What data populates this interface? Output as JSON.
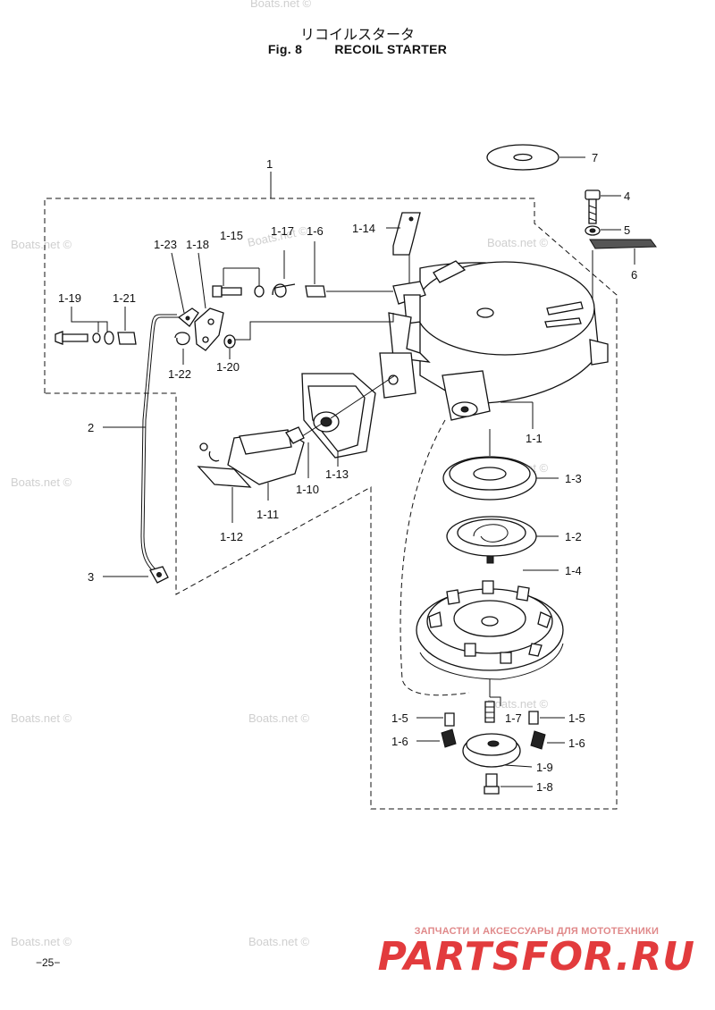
{
  "title": {
    "japanese": "リコイルスタータ",
    "figure": "Fig. 8",
    "english": "RECOIL STARTER"
  },
  "watermark": "Boats.net ©",
  "page_number": "−25−",
  "promo": {
    "tagline": "ЗАПЧАСТИ И АКСЕССУАРЫ ДЛЯ МОТОТЕХНИКИ",
    "brand": "PARTSFOR.RU"
  },
  "callouts": {
    "c1": "1",
    "c1_1": "1-1",
    "c1_2": "1-2",
    "c1_3": "1-3",
    "c1_4": "1-4",
    "c1_5a": "1-5",
    "c1_5b": "1-5",
    "c1_6": "1-6",
    "c1_6a": "1-6",
    "c1_6b": "1-6",
    "c1_7": "1-7",
    "c1_8": "1-8",
    "c1_9": "1-9",
    "c1_10": "1-10",
    "c1_11": "1-11",
    "c1_12": "1-12",
    "c1_13": "1-13",
    "c1_14": "1-14",
    "c1_15": "1-15",
    "c1_17": "1-17",
    "c1_18": "1-18",
    "c1_19": "1-19",
    "c1_20": "1-20",
    "c1_21": "1-21",
    "c1_22": "1-22",
    "c1_23": "1-23",
    "c2": "2",
    "c3": "3",
    "c4": "4",
    "c5": "5",
    "c6": "6",
    "c7": "7"
  }
}
